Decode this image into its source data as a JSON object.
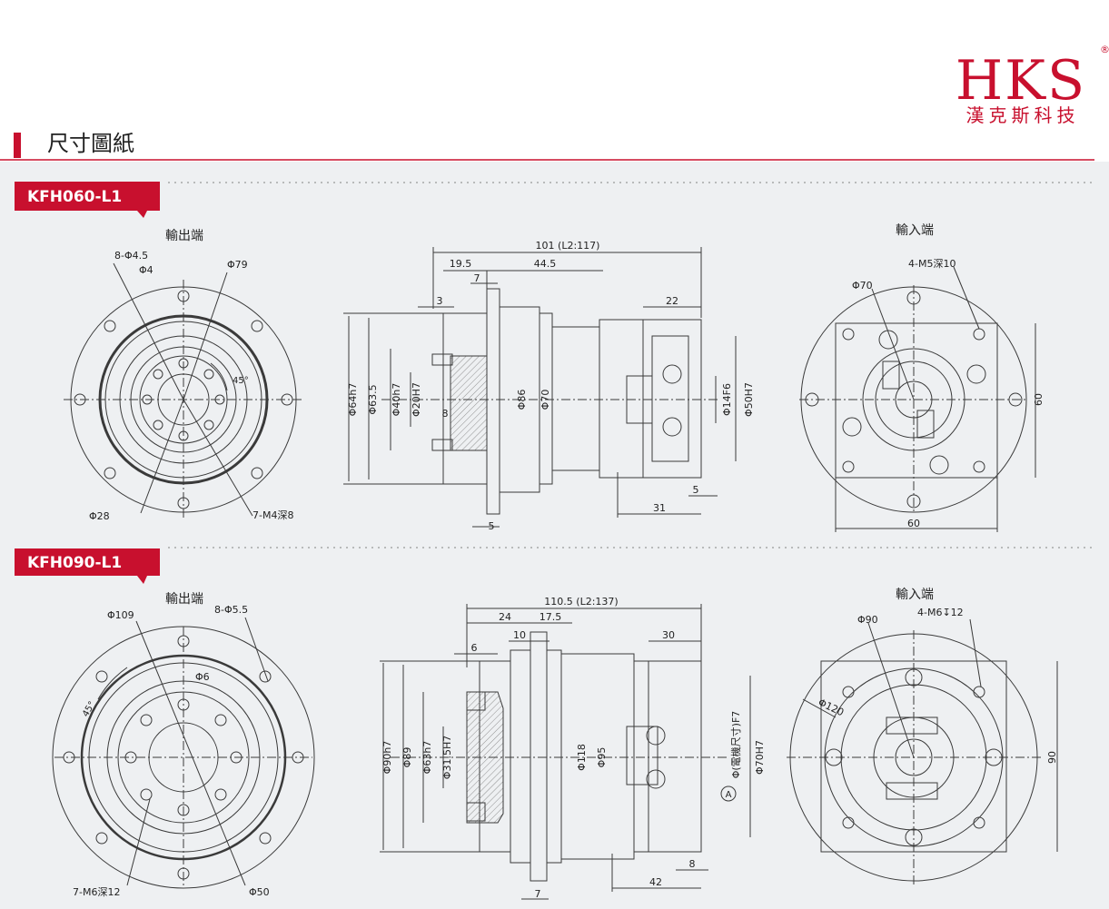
{
  "header": {
    "logo_text": "HKS",
    "logo_sub": "漢克斯科技",
    "registered": "®",
    "section_title": "尺寸圖紙"
  },
  "colors": {
    "brand_red": "#c8102e",
    "line": "#3a3a3a",
    "panel": "#eef0f2"
  },
  "models": [
    {
      "tag": "KFH060-L1",
      "output_label": "輸出端",
      "input_label": "輸入端",
      "front": {
        "bolt_holes": "8-Φ4.5",
        "pin": "Φ4",
        "outer": "Φ79",
        "angle": "45°",
        "bore": "Φ28",
        "tapped": "7-M4深8"
      },
      "side": {
        "total": "101 (L2:117)",
        "d1": "19.5",
        "d2": "44.5",
        "d3": "7",
        "d4": "3",
        "d5": "22",
        "d6": "8",
        "d7": "5",
        "d8": "31",
        "d9": "5",
        "dia1": "Φ64h7",
        "dia2": "Φ63.5",
        "dia3": "Φ40h7",
        "dia4": "Φ20H7",
        "dia5": "Φ86",
        "dia6": "Φ70",
        "dia7": "Φ14F6",
        "dia8": "Φ50H7"
      },
      "back": {
        "tapped": "4-M5深10",
        "pcd": "Φ70",
        "height": "60",
        "width": "60"
      }
    },
    {
      "tag": "KFH090-L1",
      "output_label": "輸出端",
      "input_label": "輸入端",
      "front": {
        "outer": "Φ109",
        "bolt_holes": "8-Φ5.5",
        "pin": "Φ6",
        "angle": "45°",
        "tapped": "7-M6深12",
        "bore": "Φ50"
      },
      "side": {
        "total": "110.5 (L2:137)",
        "d1": "24",
        "d2": "17.5",
        "d3": "10",
        "d4": "6",
        "d5": "30",
        "d6": "8",
        "d7": "42",
        "d8": "7",
        "dia1": "Φ90h7",
        "dia2": "Φ89",
        "dia3": "Φ63h7",
        "dia4": "Φ31.5H7",
        "dia5": "Φ118",
        "dia6": "Φ95",
        "dia7": "Φ(電機尺寸)F7",
        "dia8": "Φ70H7",
        "circle_a": "A"
      },
      "back": {
        "pcd": "Φ90",
        "tapped": "4-M6↧12",
        "diag": "Φ120",
        "height": "90"
      }
    }
  ]
}
